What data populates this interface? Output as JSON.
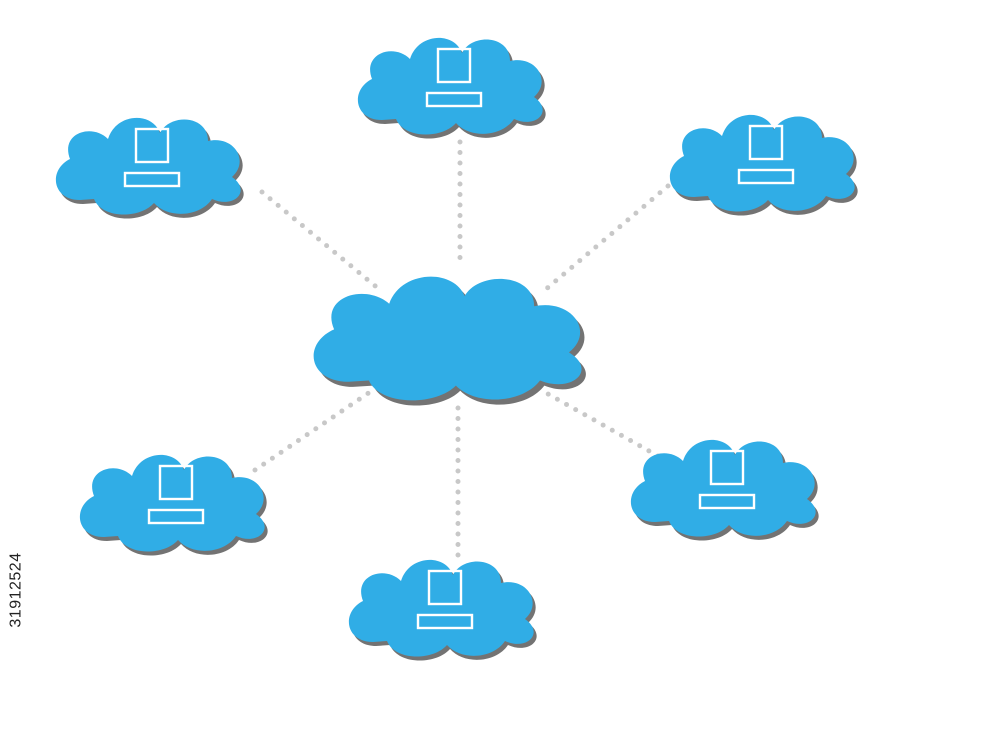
{
  "diagram": {
    "type": "star-network",
    "hub": {
      "shape": "cloud"
    },
    "nodes": [
      {
        "id": "top-left",
        "shape": "cloud",
        "icon": "computer-icon"
      },
      {
        "id": "top",
        "shape": "cloud",
        "icon": "computer-icon"
      },
      {
        "id": "top-right",
        "shape": "cloud",
        "icon": "computer-icon"
      },
      {
        "id": "bottom-left",
        "shape": "cloud",
        "icon": "computer-icon"
      },
      {
        "id": "bottom",
        "shape": "cloud",
        "icon": "computer-icon"
      },
      {
        "id": "bottom-right",
        "shape": "cloud",
        "icon": "computer-icon"
      }
    ],
    "connector_style": "dotted"
  },
  "colors": {
    "cloud_fill": "#30ade6",
    "cloud_shadow": "#5a5a5a",
    "connector": "#c8c8c8",
    "icon": "#ffffff",
    "background": "#ffffff"
  },
  "stock_id": "31912524"
}
